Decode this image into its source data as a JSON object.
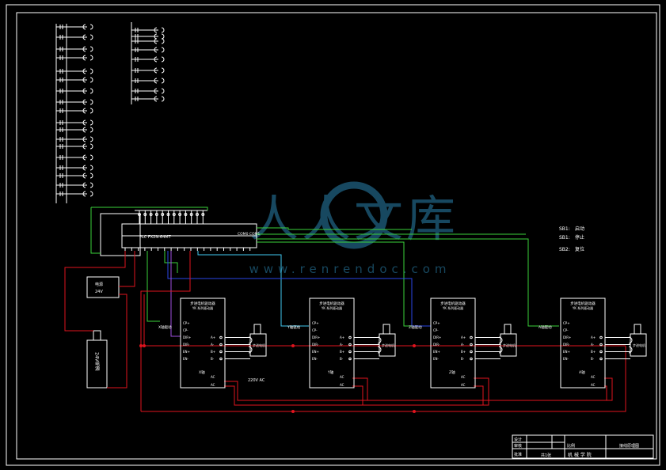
{
  "colors": {
    "background": "#000000",
    "line": "#ffffff",
    "red": "#e0141e",
    "green": "#3ad23a",
    "cyan": "#41c8f0",
    "blue": "#2a46e6",
    "purple": "#a050e0",
    "watermark": "#1d5a78"
  },
  "watermark": {
    "brand": "人人文库",
    "url": "www.renrendoc.com"
  },
  "legend": [
    {
      "key": "SB1:",
      "value": "启动"
    },
    {
      "key": "SB1:",
      "value": "停止"
    },
    {
      "key": "SB2:",
      "value": "复位"
    }
  ],
  "plc": {
    "model": "PLC FX2N-64MT",
    "terminals": "COM0 COM1"
  },
  "left_module": {
    "label1": "电源",
    "label2": "24V"
  },
  "stepper_power": {
    "label": "24V电源"
  },
  "drivers": [
    {
      "id": "d1",
      "title": "步进电机驱动器",
      "subtitle": "YK 系列驱动器",
      "in_label": "X轴驱动",
      "axis": "X轴"
    },
    {
      "id": "d2",
      "title": "步进电机驱动器",
      "subtitle": "YK 系列驱动器",
      "in_label": "Y轴驱动",
      "axis": "Y轴"
    },
    {
      "id": "d3",
      "title": "步进电机驱动器",
      "subtitle": "YK 系列驱动器",
      "in_label": "Z轴驱动",
      "axis": "Z轴"
    },
    {
      "id": "d4",
      "title": "步进电机驱动器",
      "subtitle": "YK 系列驱动器",
      "in_label": "A轴驱动",
      "axis": "A轴"
    }
  ],
  "driver_inputs": [
    "CP+",
    "CP-",
    "DIR+",
    "DIR-",
    "EN+",
    "EN-"
  ],
  "driver_outputs": [
    "A+",
    "A-",
    "B+",
    "B-"
  ],
  "driver_ac": [
    "AC",
    "AC"
  ],
  "motor": {
    "label": "步进电机"
  },
  "ac_label": "220V AC",
  "title_block": {
    "row1": "设计",
    "row2": "审核",
    "row3": "批准",
    "scale": "比例",
    "school": "机 械 学 院",
    "drawing": "接线原理图",
    "sheet": "共1张"
  }
}
